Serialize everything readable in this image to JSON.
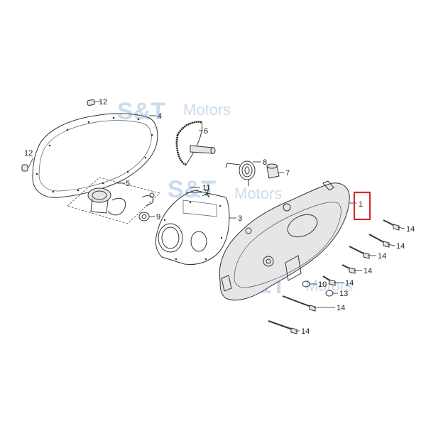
{
  "watermark": {
    "brand_mark": "S&T",
    "brand_word": "Motors"
  },
  "callouts": {
    "c1": "1",
    "c2": "2",
    "c3": "3",
    "c4": "4",
    "c5": "5",
    "c6": "6",
    "c7": "7",
    "c8": "8",
    "c9": "9",
    "c10": "10",
    "c11": "11",
    "c12a": "12",
    "c12b": "12",
    "c13": "13",
    "c14a": "14",
    "c14b": "14",
    "c14c": "14",
    "c14d": "14",
    "c14e": "14",
    "c14f": "14",
    "c14g": "14"
  },
  "highlight": {
    "color": "#d42a2a",
    "target_callout": "1"
  },
  "colors": {
    "line": "#333333",
    "watermark": "#c9dcef",
    "cover_fill": "#e6e6e6"
  }
}
